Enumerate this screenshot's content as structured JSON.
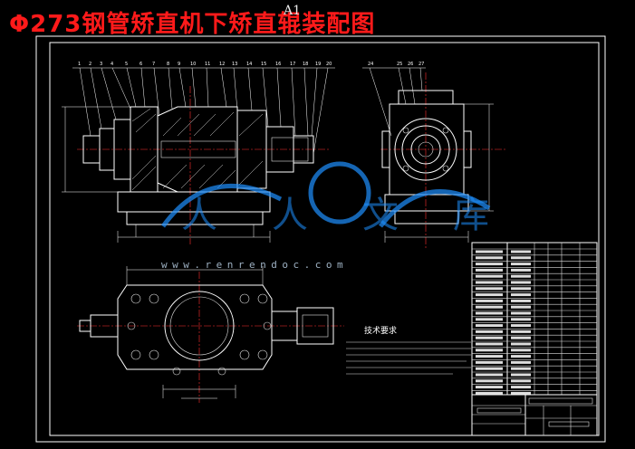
{
  "title": "Φ273钢管矫直机下矫直辊装配图",
  "sheet_size": "A1",
  "tech_requirements_heading": "技术要求",
  "watermark": {
    "logo": "人人文库",
    "url": "www.renrendoc.com"
  },
  "balloons": [
    "1",
    "2",
    "3",
    "4",
    "5",
    "6",
    "7",
    "8",
    "9",
    "10",
    "11",
    "12",
    "13",
    "14",
    "15",
    "16",
    "17",
    "18",
    "19",
    "20",
    "24",
    "25",
    "26",
    "27"
  ],
  "colors": {
    "title": "#ff1a1a",
    "lines": "#ffffff",
    "centerline": "#ff3030",
    "watermark": "#1e90ff",
    "background": "#000000"
  }
}
